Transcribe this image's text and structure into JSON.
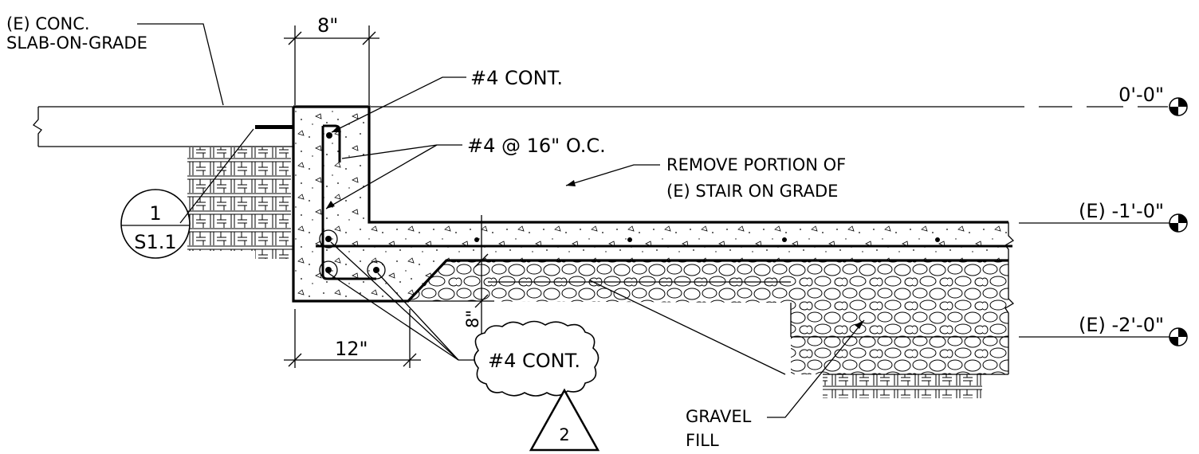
{
  "labels": {
    "existing_slab_line1": "(E) CONC.",
    "existing_slab_line2": "SLAB-ON-GRADE",
    "dim_top": "8\"",
    "rebar_top": "#4 CONT.",
    "rebar_spacing": "#4 @ 16\" O.C.",
    "remove_line1": "REMOVE PORTION OF",
    "remove_line2": "(E) STAIR ON GRADE",
    "detail_number": "1",
    "detail_sheet": "S1.1",
    "dim_bottom": "12\"",
    "dim_vertical": "8\"",
    "rebar_bottom": "#4 CONT.",
    "revision_number": "2",
    "gravel_line1": "GRAVEL",
    "gravel_line2": "FILL"
  },
  "elevations": [
    {
      "label": "0'-0\""
    },
    {
      "label": "(E) -1'-0\""
    },
    {
      "label": "(E) -2'-0\""
    }
  ]
}
